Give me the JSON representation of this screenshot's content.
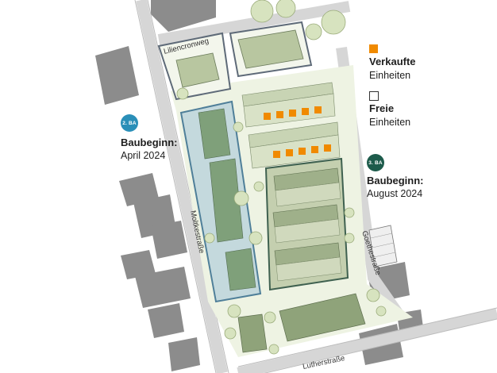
{
  "legend": {
    "sold_title": "Verkaufte",
    "sold_sub": "Einheiten",
    "free_title": "Freie",
    "free_sub": "Einheiten",
    "sold_color": "#f08a00",
    "free_color": "#ffffff"
  },
  "phase2": {
    "badge": "2. BA",
    "title": "Baubeginn:",
    "date": "April 2024",
    "color": "#2a8fb8"
  },
  "phase3": {
    "badge": "3. BA",
    "title": "Baubeginn:",
    "date": "August 2024",
    "color": "#1d5b4b"
  },
  "streets": {
    "lilien": "Liliencronweg",
    "moltke": "Moltkestraße",
    "goethe": "Goethestraße",
    "luther": "Lutherstraße"
  }
}
